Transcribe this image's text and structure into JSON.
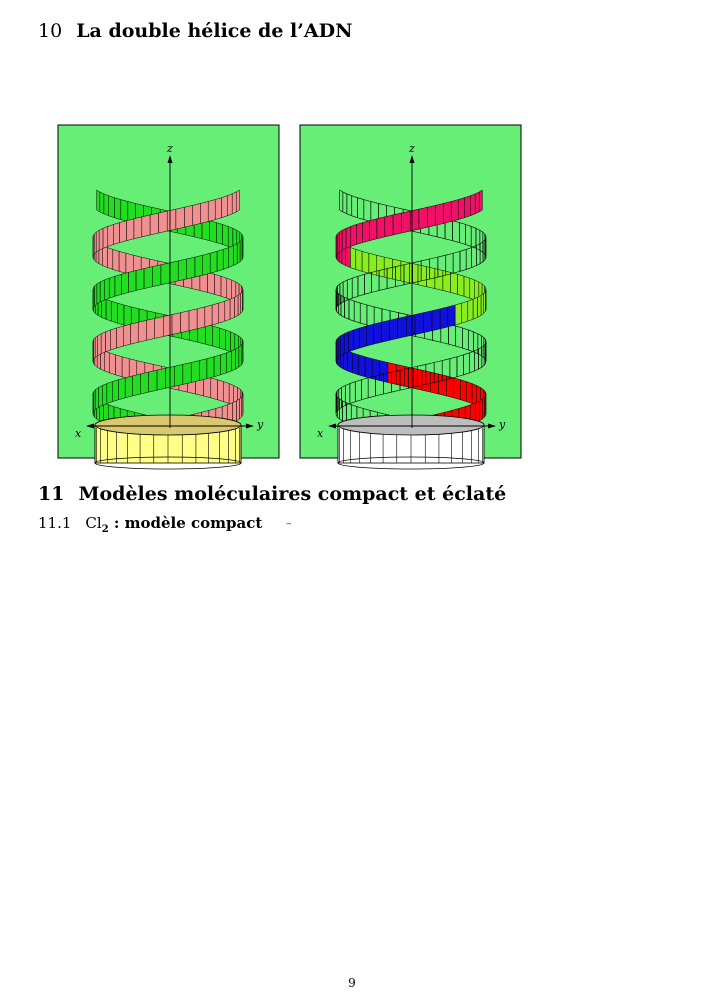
{
  "section10": {
    "number": "10",
    "title": "La double hélice de l’ADN"
  },
  "figure": {
    "left_panel": {
      "axis_z": "z",
      "axis_x": "x",
      "axis_y": "y",
      "colors": {
        "background": "#66ee77",
        "strand_a": "#f09090",
        "strand_b": "#22dd22",
        "base": "#ffff88"
      }
    },
    "right_panel": {
      "axis_z": "z",
      "axis_x": "x",
      "axis_y": "y",
      "colors": {
        "background": "#66ee77",
        "segment_1": "#ff0000",
        "segment_2": "#1111dd",
        "segment_3": "#88ee22",
        "segment_4": "#ee1166",
        "base": "#ffffff"
      }
    }
  },
  "section11": {
    "number": "11",
    "title": "Modèles moléculaires compact et éclaté"
  },
  "subsection11_1": {
    "number": "11.1",
    "formula_base": "Cl",
    "formula_sub": "2",
    "rest": " : modèle compact",
    "dash": "–"
  },
  "page_number": "9"
}
